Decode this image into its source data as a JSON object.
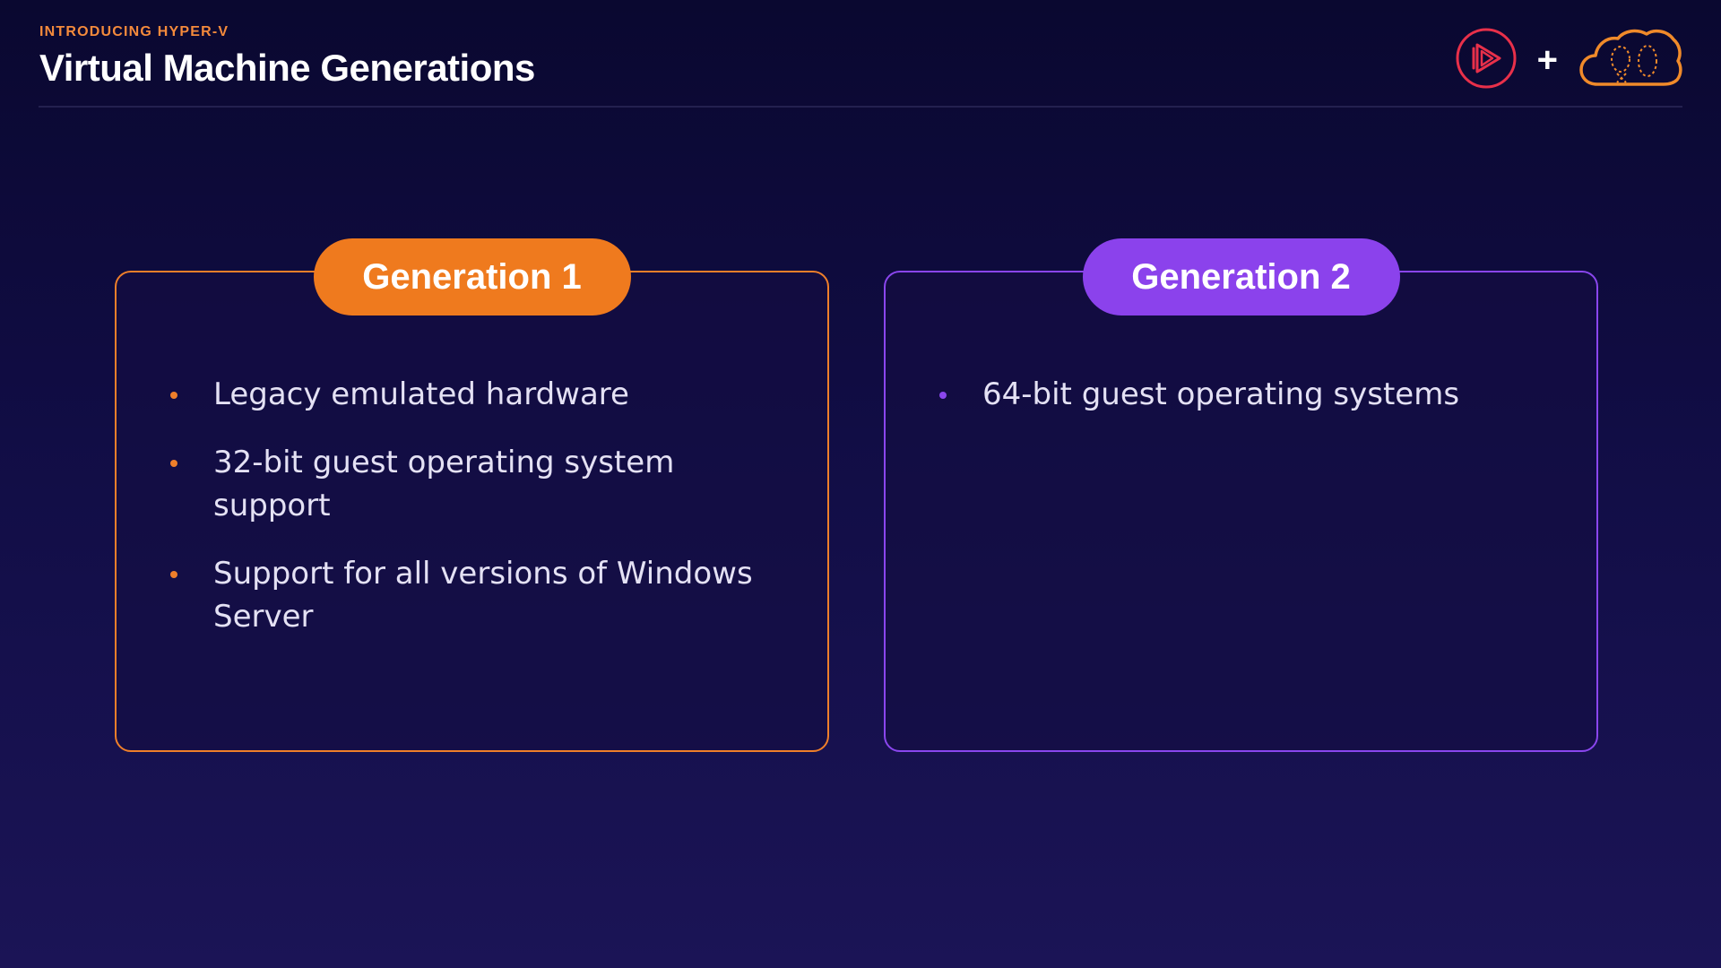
{
  "header": {
    "eyebrow": "INTRODUCING HYPER-V",
    "title": "Virtual Machine Generations"
  },
  "logos": {
    "left_icon": "play-circle-logo-icon",
    "plus": "+",
    "right_icon": "cloud-logo-icon",
    "left_color": "#e8304a",
    "right_color": "#f08a2a"
  },
  "cards": [
    {
      "label": "Generation 1",
      "accent": "#ef7f2a",
      "items": [
        "Legacy emulated hardware",
        "32-bit guest operating system support",
        "Support for all versions of Windows Server"
      ]
    },
    {
      "label": "Generation 2",
      "accent": "#8a46ee",
      "items": [
        "64-bit guest operating systems"
      ]
    }
  ]
}
